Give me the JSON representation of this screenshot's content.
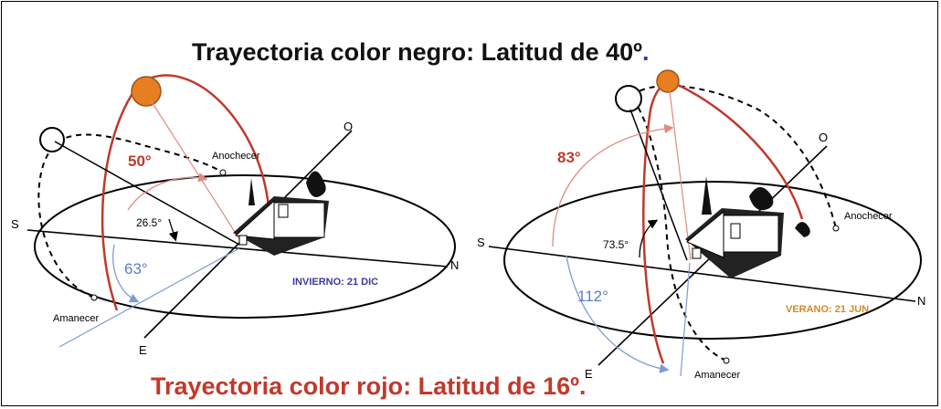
{
  "titles": {
    "black_prefix": "Trayectoria color negro: Latitud de 40º",
    "black_dot": ".",
    "red": "Trayectoria color rojo: Latitud de 16º."
  },
  "left_diagram": {
    "dir_s": "S",
    "dir_n": "N",
    "dir_e": "E",
    "dir_o": "O",
    "dusk": "Anochecer",
    "dawn": "Amanecer",
    "angle_red": "50°",
    "angle_black": "26.5°",
    "angle_blue": "63°",
    "season": "INVIERNO: 21 DIC"
  },
  "right_diagram": {
    "dir_s": "S",
    "dir_n": "N",
    "dir_e": "E",
    "dir_o": "O",
    "dusk": "Anochecer",
    "dawn": "Amanecer",
    "angle_red": "83°",
    "angle_black": "73.5°",
    "angle_blue": "112°",
    "season": "VERANO: 21 JUN"
  },
  "colors": {
    "red_path": "#c0392b",
    "blue_path": "#7f9bd3",
    "sun_orange": "#e67e22",
    "title_dot": "#2c3e9e"
  }
}
